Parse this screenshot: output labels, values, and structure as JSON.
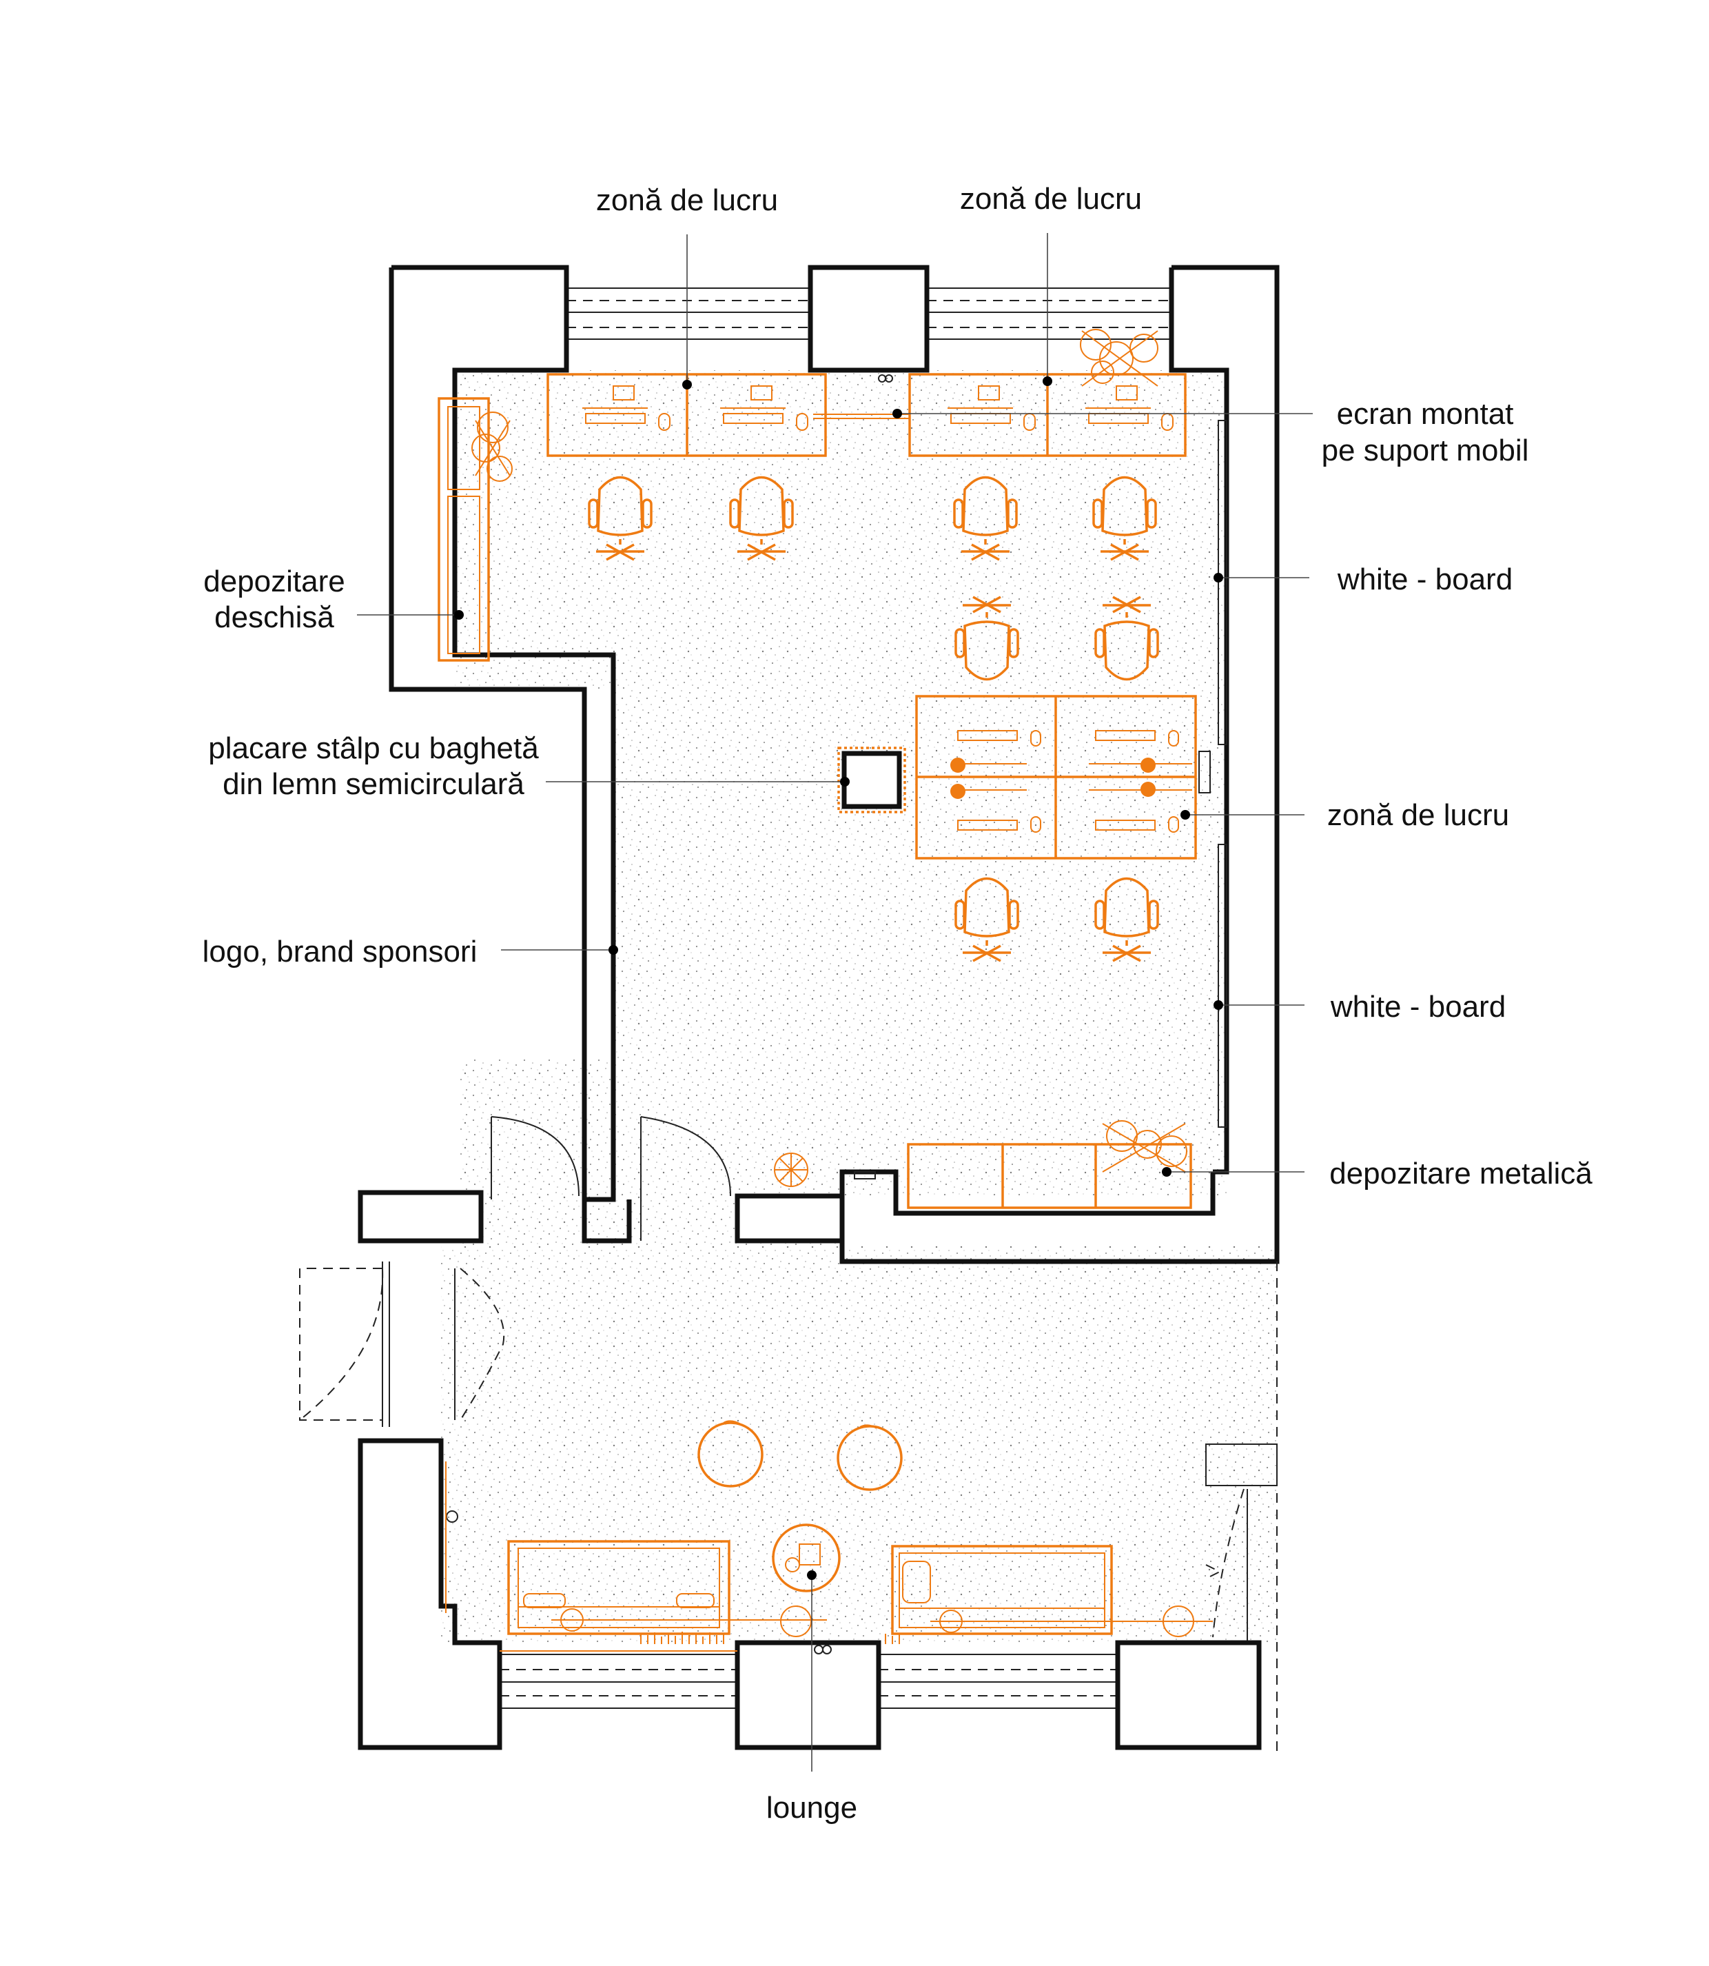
{
  "colors": {
    "furniture": "#ef7b12",
    "walls": "#111111",
    "floor_speckle": "#8a8a8a",
    "background": "#ffffff"
  },
  "labels": {
    "workzone_top_left": "zonă de lucru",
    "workzone_top_right": "zonă de lucru",
    "screen_line1": "ecran montat",
    "screen_line2": "pe suport mobil",
    "whiteboard_top": "white - board",
    "open_storage_line1": "depozitare",
    "open_storage_line2": "deschisă",
    "pillar_line1": "placare stâlp cu baghetă",
    "pillar_line2": "din lemn semicirculară",
    "workzone_middle": "zonă de lucru",
    "logo_brand": "logo, brand sponsori",
    "whiteboard_bottom": "white - board",
    "metal_storage": "depozitare metalică",
    "lounge": "lounge"
  }
}
